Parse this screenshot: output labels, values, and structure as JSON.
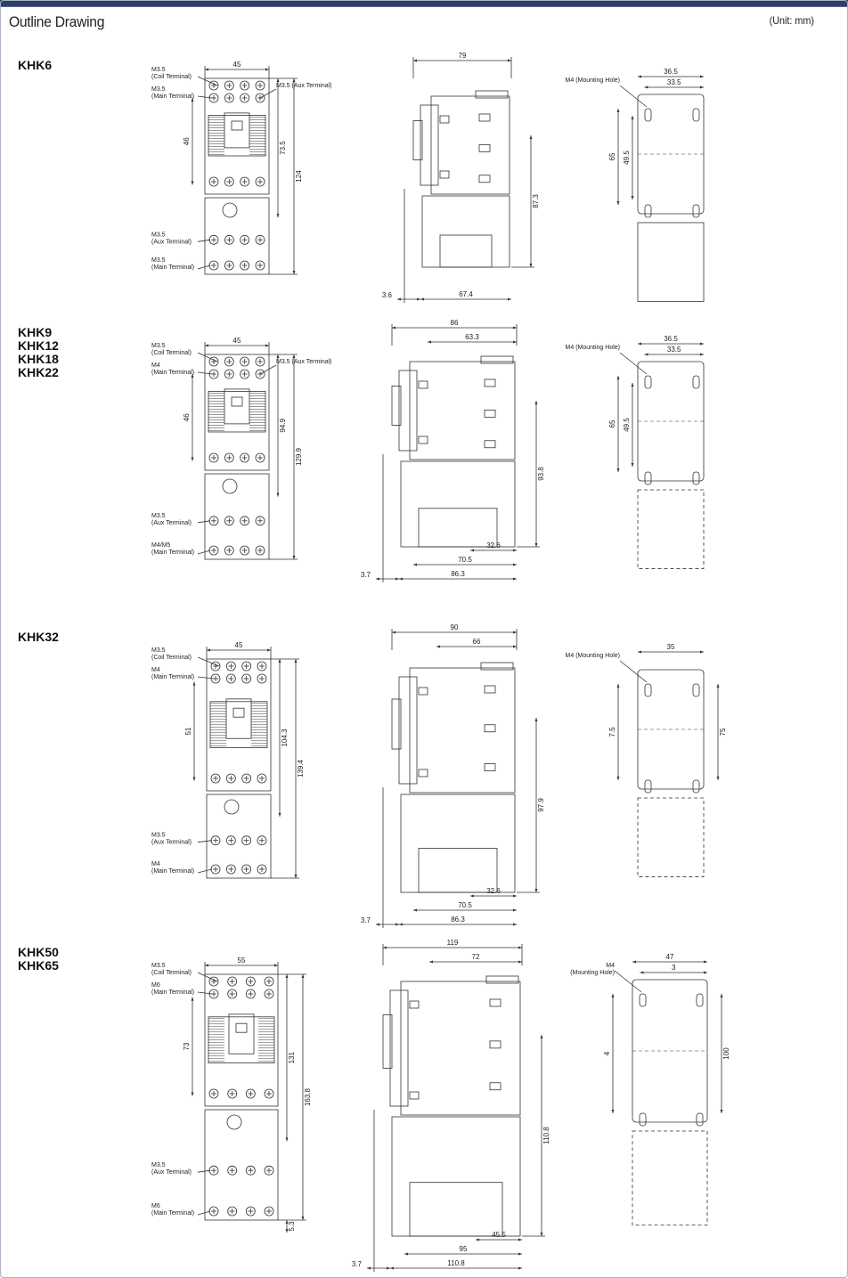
{
  "page": {
    "title": "Outline Drawing",
    "unit": "(Unit: mm)"
  },
  "sections": [
    {
      "models": [
        "KHK6"
      ],
      "front": {
        "width": "45",
        "d1": "46",
        "d2": "73.5",
        "d3": "124",
        "coil": "M3.5\n(Coil Terminal)",
        "main_top": "M3.5\n(Main Terminal)",
        "aux_top": "M3.5 (Aux Terminal)",
        "aux_bottom": "M3.5\n(Aux Terminal)",
        "main_bottom": "M3.5\n(Main Terminal)"
      },
      "side": {
        "top": "79",
        "right": "87.3",
        "left_small": "3.6",
        "bottom": "67.4"
      },
      "mount": {
        "top1": "36.5",
        "top2": "33.5",
        "hole": "M4 (Mounting Hole)",
        "v1": "65",
        "v2": "49.5"
      }
    },
    {
      "models": [
        "KHK9",
        "KHK12",
        "KHK18",
        "KHK22"
      ],
      "front": {
        "width": "45",
        "d1": "46",
        "d2": "94.9",
        "d3": "129.9",
        "coil": "M3.5\n(Coil Terminal)",
        "main_top": "M4\n(Main Terminal)",
        "aux_top": "M3.5 (Aux Terminal)",
        "aux_bottom": "M3.5\n(Aux Terminal)",
        "main_bottom": "M4/M5\n(Main Terminal)"
      },
      "side": {
        "top": "86",
        "top2": "63.3",
        "right": "93.8",
        "b1": "32.6",
        "b2": "70.5",
        "left_small": "3.7",
        "bottom": "86.3"
      },
      "mount": {
        "top1": "36.5",
        "top2": "33.5",
        "hole": "M4 (Mounting Hole)",
        "v1": "65",
        "v2": "49.5"
      }
    },
    {
      "models": [
        "KHK32"
      ],
      "front": {
        "width": "45",
        "d1": "51",
        "d2": "104.3",
        "d3": "139.4",
        "coil": "M3.5\n(Coil Terminal)",
        "main_top": "M4\n(Main Terminal)",
        "aux_bottom": "M3.5\n(Aux Terminal)",
        "main_bottom": "M4\n(Main Terminal)"
      },
      "side": {
        "top": "90",
        "top2": "66",
        "right": "97.9",
        "b1": "32.6",
        "b2": "70.5",
        "left_small": "3.7",
        "bottom": "86.3"
      },
      "mount": {
        "top1": "35",
        "hole": "M4 (Mounting Hole)",
        "v1": "7.5",
        "v2": "75"
      }
    },
    {
      "models": [
        "KHK50",
        "KHK65"
      ],
      "front": {
        "width": "55",
        "d1": "73",
        "d2": "131",
        "d3": "163.8",
        "d4": "5.3",
        "coil": "M3.5\n(Coil Terminal)",
        "main_top": "M6\n(Main Terminal)",
        "aux_bottom": "M3.5\n(Aux Terminal)",
        "main_bottom": "M6\n(Main Terminal)"
      },
      "side": {
        "top": "119",
        "top2": "72",
        "right": "110.8",
        "b1": "45.5",
        "b2": "95",
        "left_small": "3.7",
        "bottom": "110.8"
      },
      "mount": {
        "top1": "47",
        "top2": "3",
        "hole": "M4\n(Mounting Hole)",
        "v1": "4",
        "v2": "100"
      }
    }
  ],
  "colors": {
    "header": "#2f3f66",
    "frame": "#aab3c4",
    "line": "#333333"
  }
}
